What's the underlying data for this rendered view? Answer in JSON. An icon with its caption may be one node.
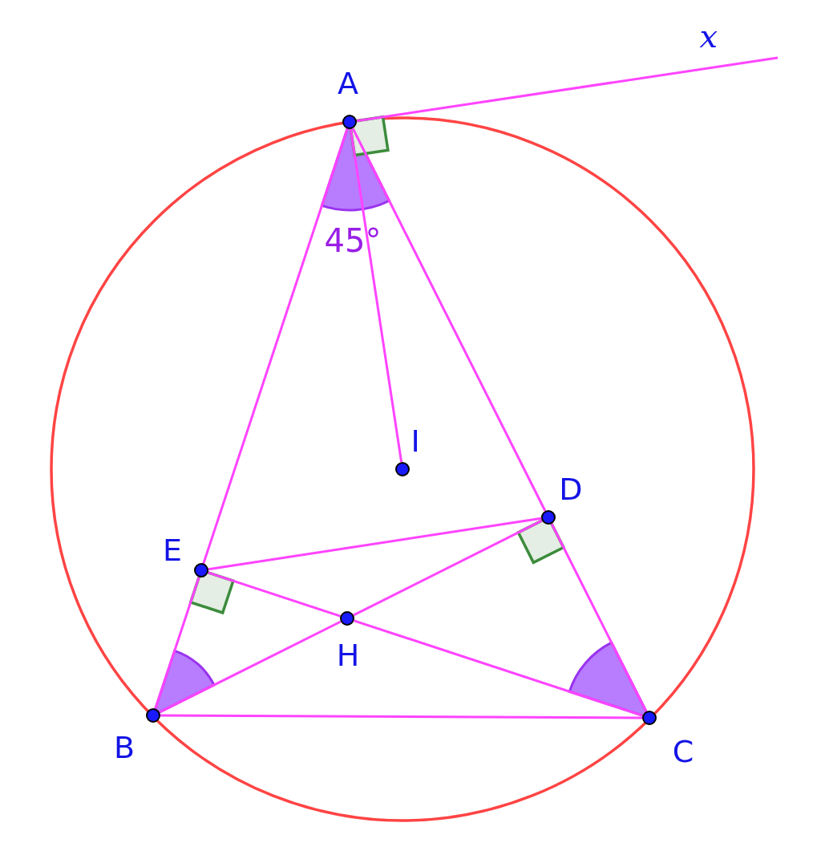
{
  "diagram": {
    "nodes": [
      {
        "text": [
          "A"
        ]
      },
      {
        "text": [
          "B"
        ]
      },
      {
        "text": [
          "C"
        ]
      },
      {
        "text": [
          "D"
        ]
      },
      {
        "text": [
          "E"
        ]
      },
      {
        "text": [
          "H"
        ]
      },
      {
        "text": [
          "I"
        ]
      }
    ],
    "edges": [
      {
        "from": 0,
        "to": 4,
        "arrow": "none"
      },
      {
        "from": 4,
        "to": 1,
        "arrow": "none"
      },
      {
        "from": 0,
        "to": 3,
        "arrow": "none"
      },
      {
        "from": 3,
        "to": 2,
        "arrow": "none"
      },
      {
        "from": 1,
        "to": 2,
        "arrow": "none"
      },
      {
        "from": 0,
        "to": 6,
        "arrow": "none"
      },
      {
        "from": 1,
        "to": 5,
        "arrow": "none"
      },
      {
        "from": 5,
        "to": 3,
        "arrow": "none"
      },
      {
        "from": 4,
        "to": 5,
        "arrow": "none"
      },
      {
        "from": 5,
        "to": 2,
        "arrow": "none"
      },
      {
        "from": 4,
        "to": 3,
        "arrow": "none"
      },
      {
        "from": 0,
        "to": null,
        "arrow": "none"
      }
    ],
    "labels": [
      "x",
      "45°"
    ]
  }
}
